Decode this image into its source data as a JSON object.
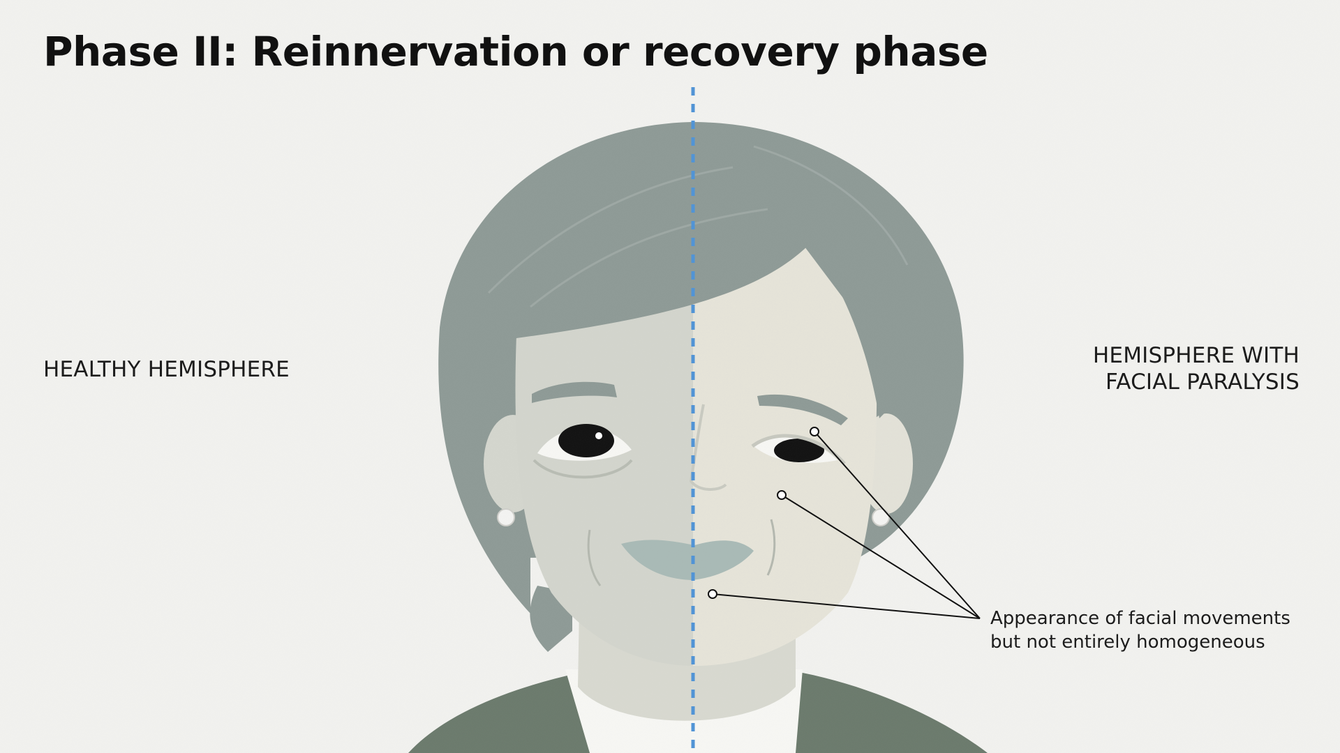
{
  "title": "Phase II: Reinnervation or recovery phase",
  "labels": {
    "healthy": "HEALTHY HEMISPHERE",
    "paralysis_line1": "HEMISPHERE WITH",
    "paralysis_line2": "FACIAL PARALYSIS"
  },
  "callout": {
    "line1": "Appearance of facial movements",
    "line2": "but not entirely homogeneous"
  },
  "colors": {
    "background": "#f2f2ef",
    "hair": "#8e9a96",
    "skin_healthy": "#d3d5cd",
    "skin_paralyzed": "#e6e4d9",
    "shirt": "#6b7a6c",
    "lips": "#a9bab6",
    "midline": "#4f93d6"
  }
}
